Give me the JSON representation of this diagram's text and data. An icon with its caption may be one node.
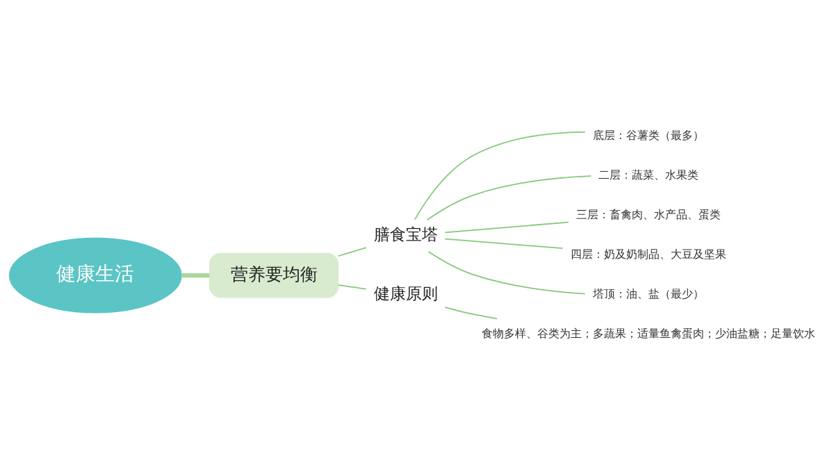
{
  "diagram": {
    "nodes": [
      {
        "text": [
          "健康生活"
        ]
      },
      {
        "text": [
          "营养要均衡"
        ]
      },
      {
        "text": [
          "膳食宝塔"
        ]
      },
      {
        "text": [
          "健康原则"
        ]
      },
      {
        "text": [
          "底层：谷薯类（最多）"
        ]
      },
      {
        "text": [
          "二层：蔬菜、水果类"
        ]
      },
      {
        "text": [
          "三层：畜禽肉、水产品、蛋类"
        ]
      },
      {
        "text": [
          "四层：奶及奶制品、大豆及坚果"
        ]
      },
      {
        "text": [
          "塔顶：油、盐（最少）"
        ]
      },
      {
        "text": [
          "食物多样、谷类为主；多蔬果；适量鱼禽蛋肉；少油盐糖；足量饮水"
        ]
      }
    ],
    "edges": [
      {
        "from": 0,
        "to": 1,
        "arrow": "none",
        "style": "thick"
      },
      {
        "from": 1,
        "to": 2,
        "arrow": "none"
      },
      {
        "from": 1,
        "to": 3,
        "arrow": "none"
      },
      {
        "from": 2,
        "to": 4,
        "arrow": "none"
      },
      {
        "from": 2,
        "to": 5,
        "arrow": "none"
      },
      {
        "from": 2,
        "to": 6,
        "arrow": "none"
      },
      {
        "from": 2,
        "to": 7,
        "arrow": "none"
      },
      {
        "from": 2,
        "to": 8,
        "arrow": "none"
      },
      {
        "from": 3,
        "to": 9,
        "arrow": "none"
      }
    ]
  }
}
